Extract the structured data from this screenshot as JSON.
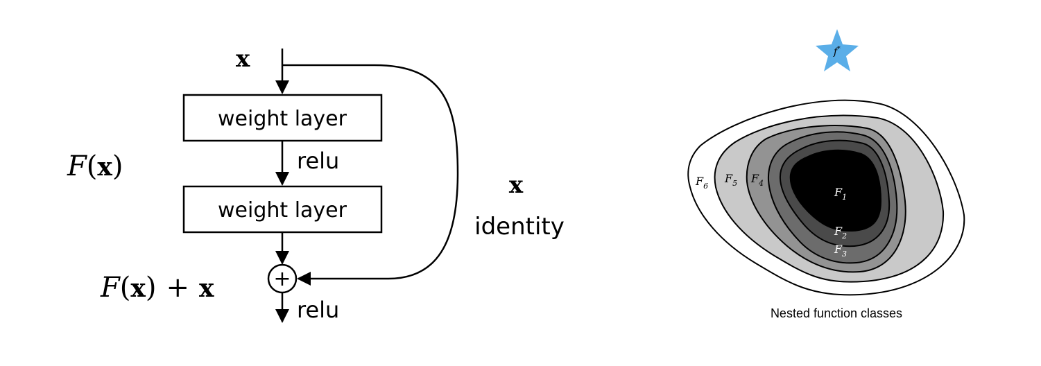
{
  "residual_block": {
    "input_label": "x",
    "layer1_label": "weight layer",
    "relu1_label": "relu",
    "layer2_label": "weight layer",
    "relu2_label": "relu",
    "fx_label": {
      "F": "F",
      "open": "(",
      "x": "x",
      "close": ")"
    },
    "fx_plus_x_label": {
      "F": "F",
      "open": "(",
      "x": "x",
      "close": ")",
      "plus": "+",
      "x2": "x"
    },
    "shortcut_x_label": "x",
    "shortcut_identity_label": "identity",
    "add_symbol": "+"
  },
  "nested_classes": {
    "target_label": {
      "f": "f",
      "star": "*"
    },
    "classes": [
      {
        "letter": "F",
        "index": "6"
      },
      {
        "letter": "F",
        "index": "5"
      },
      {
        "letter": "F",
        "index": "4"
      },
      {
        "letter": "F",
        "index": "1"
      },
      {
        "letter": "F",
        "index": "2"
      },
      {
        "letter": "F",
        "index": "3"
      }
    ],
    "caption": "Nested function classes",
    "colors": {
      "star": "#5aaee8",
      "F6": "#ffffff",
      "F5": "#c9c9c9",
      "F4": "#939393",
      "F3": "#6c6c6c",
      "F2": "#4a4a4a",
      "F1": "#000000"
    }
  }
}
